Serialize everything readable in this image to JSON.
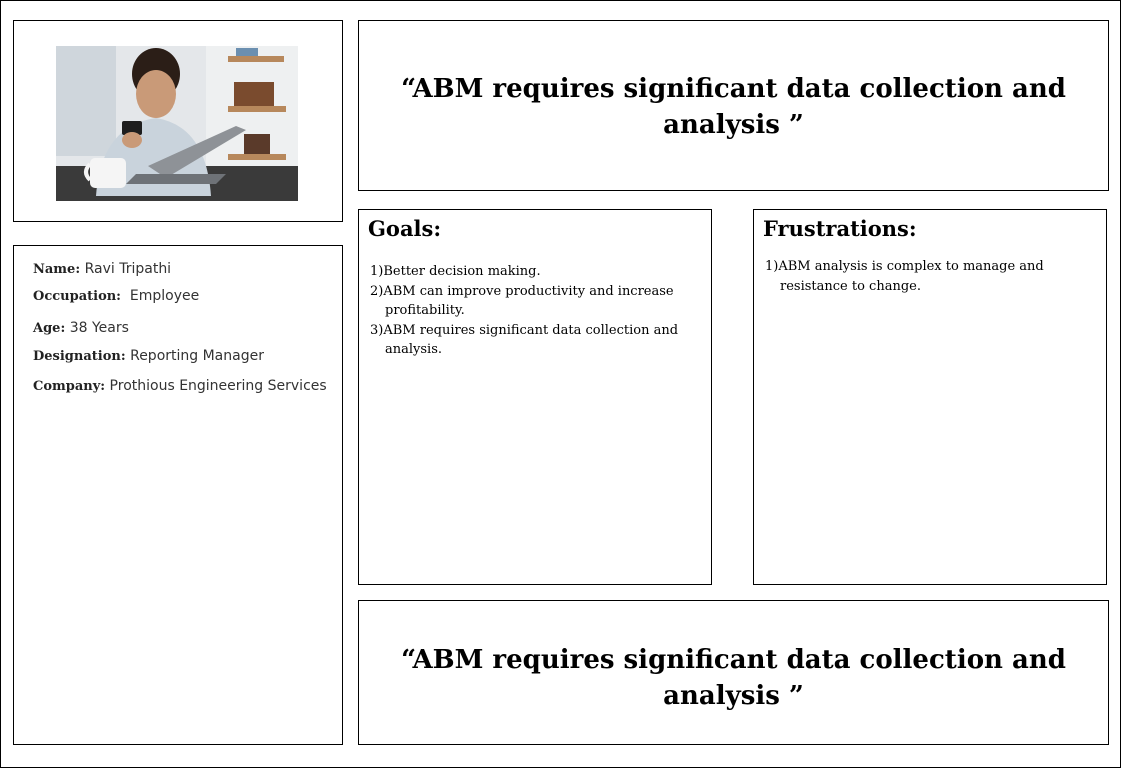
{
  "profile": {
    "name_label": "Name:",
    "name": "Ravi Tripathi",
    "occupation_label": "Occupation:",
    "occupation": "Employee",
    "age_label": "Age:",
    "age": "38 Years",
    "designation_label": "Designation:",
    "designation": "Reporting Manager",
    "company_label": "Company:",
    "company": "Prothious Engineering Services"
  },
  "quote_top": "“ABM requires significant data collection and analysis ”",
  "quote_bottom": "“ABM requires significant data collection and analysis ”",
  "goals": {
    "title": "Goals:",
    "items": [
      "1)Better decision making.",
      "2)ABM can improve productivity and increase profitability.",
      "3)ABM requires significant data collection and analysis."
    ]
  },
  "frustrations": {
    "title": "Frustrations:",
    "items": [
      "1)ABM analysis is complex to manage and resistance to change."
    ]
  }
}
